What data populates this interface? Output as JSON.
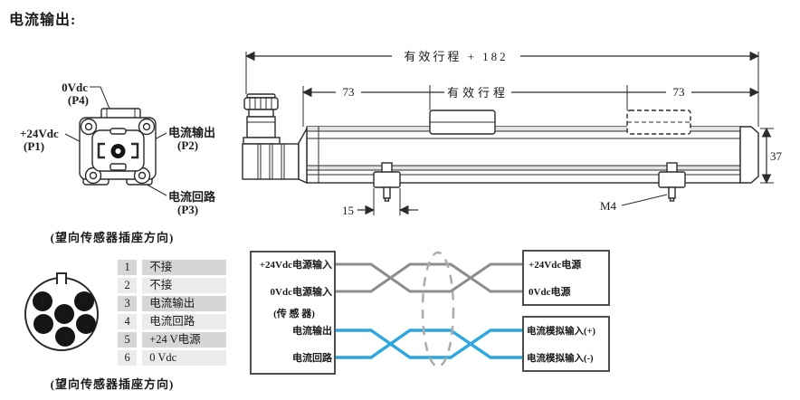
{
  "title": "电流输出:",
  "square_connector": {
    "caption": "(望向传感器插座方向)",
    "labels": {
      "p4": {
        "line1": "0Vdc",
        "line2": "(P4)"
      },
      "p1": {
        "line1": "+24Vdc",
        "line2": "(P1)"
      },
      "p2": {
        "line1": "电流输出",
        "line2": "(P2)"
      },
      "p3": {
        "line1": "电流回路",
        "line2": "(P3)"
      }
    }
  },
  "round_connector": {
    "caption": "(望向传感器插座方向)",
    "pins": [
      {
        "num": "1"
      },
      {
        "num": "2"
      },
      {
        "num": "3"
      },
      {
        "num": "4"
      },
      {
        "num": "5"
      },
      {
        "num": "6"
      }
    ]
  },
  "pin_table": {
    "rows": [
      {
        "num": "1",
        "label": "不接"
      },
      {
        "num": "2",
        "label": "不接"
      },
      {
        "num": "3",
        "label": "电流输出"
      },
      {
        "num": "4",
        "label": "电流回路"
      },
      {
        "num": "5",
        "label": "+24 V电源"
      },
      {
        "num": "6",
        "label": "0 Vdc"
      }
    ]
  },
  "drawing": {
    "dim_total": "有效行程 + 182",
    "dim_left": "73",
    "dim_stroke": "有效行程",
    "dim_right": "73",
    "dim_height": "37",
    "dim_foot": "15",
    "thread_label": "M4"
  },
  "wiring": {
    "sensor_box": {
      "line1": "+24Vdc电源输入",
      "line2": "0Vdc电源输入",
      "line3": "(传 感 器)",
      "line4": "电流输出",
      "line5": "电流回路"
    },
    "power_box": {
      "line1": "+24Vdc电源",
      "line2": "0Vdc电源"
    },
    "signal_box": {
      "line1": "电流模拟输入(+)",
      "line2": "电流模拟输入(-)"
    },
    "colors": {
      "power_pair": "#8c8c8c",
      "signal_pair": "#2da7e0",
      "shield": "#ababab"
    }
  }
}
